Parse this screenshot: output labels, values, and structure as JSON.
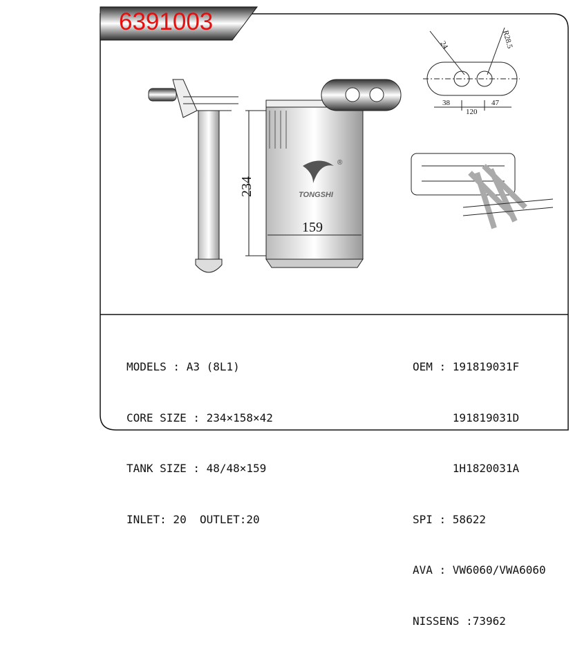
{
  "part_number": "6391003",
  "brand": "TONGSHI",
  "dimensions": {
    "height": "234",
    "width": "159",
    "pipe_angle": "24",
    "radius": "R28.5",
    "left": "38",
    "total": "120",
    "right": "47"
  },
  "specs_left": [
    "MODELS : A3 (8L1)",
    "CORE SIZE : 234×158×42",
    "TANK SIZE : 48/48×159",
    "INLET: 20  OUTLET:20"
  ],
  "specs_right": [
    "OEM : 191819031F",
    "      191819031D",
    "      1H1820031A",
    "SPI : 58622",
    "AVA : VW6060/VWA6060",
    "NISSENS :73962"
  ]
}
